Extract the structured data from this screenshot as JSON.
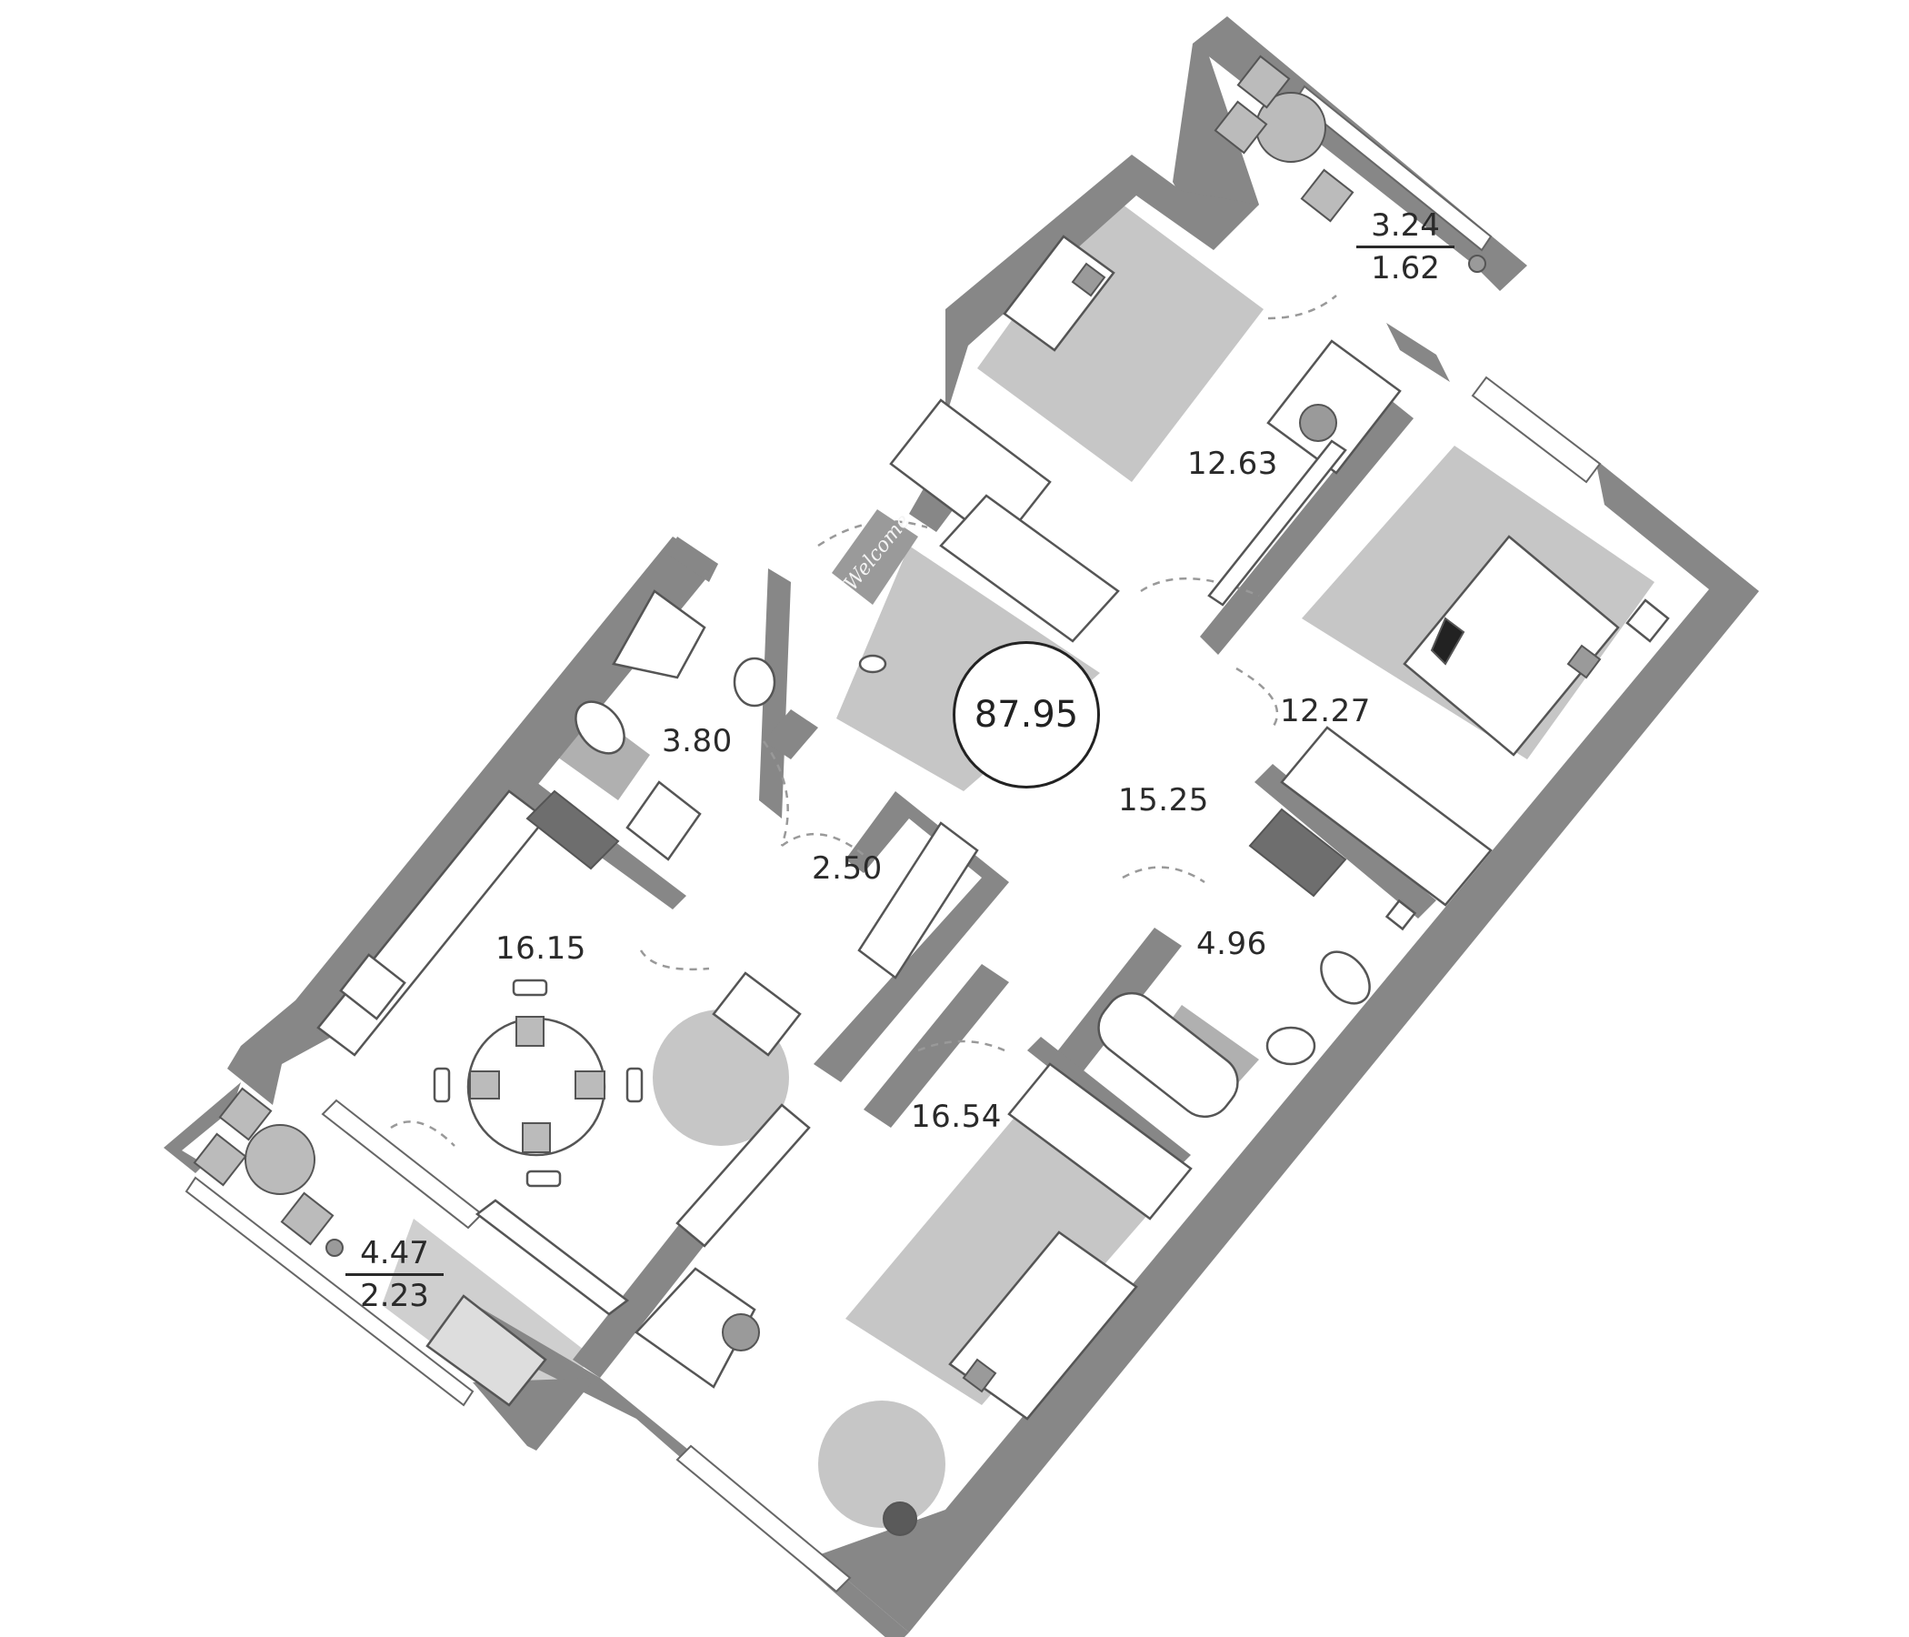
{
  "plan": {
    "total_area": "87.95",
    "colors": {
      "wall": "#878787",
      "rug": "#c6c6c6",
      "text": "#2a2a2a",
      "background": "#ffffff"
    },
    "rooms": [
      {
        "id": "bedroom-top",
        "area": "12.63"
      },
      {
        "id": "bedroom-right",
        "area": "12.27"
      },
      {
        "id": "hallway",
        "area": "15.25"
      },
      {
        "id": "bathroom-guest",
        "area": "3.80"
      },
      {
        "id": "storage",
        "area": "2.50"
      },
      {
        "id": "kitchen-living",
        "area": "16.15"
      },
      {
        "id": "bathroom-main",
        "area": "4.96"
      },
      {
        "id": "bedroom-bottom",
        "area": "16.54"
      }
    ],
    "balconies": [
      {
        "id": "balcony-top",
        "area": "3.24",
        "reduced_area": "1.62"
      },
      {
        "id": "balcony-left",
        "area": "4.47",
        "reduced_area": "2.23"
      }
    ],
    "doormat_text": "Welcome"
  }
}
